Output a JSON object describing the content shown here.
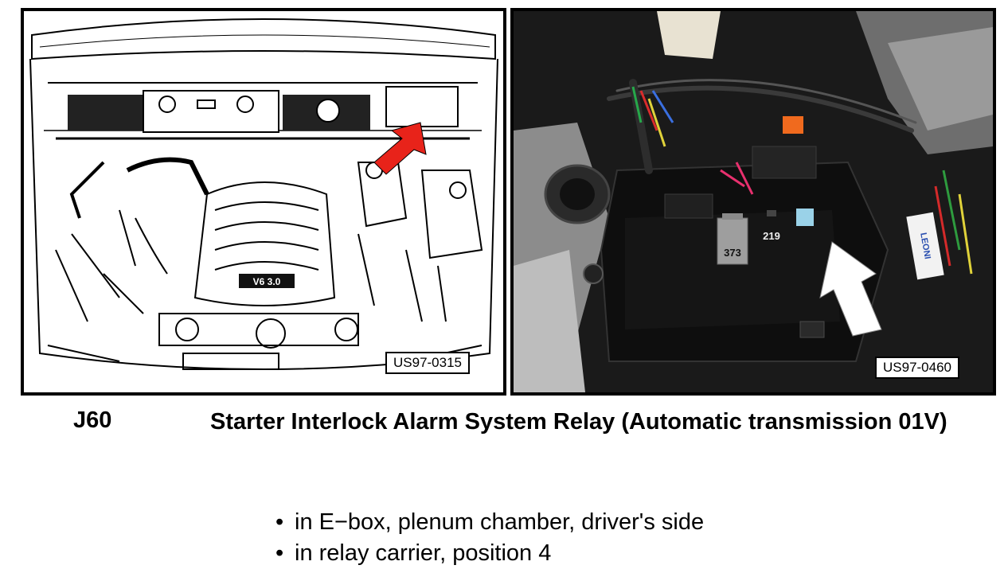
{
  "figures": {
    "left": {
      "code": "US97-0315",
      "engine_label": "V6 3.0",
      "arrow_color": "#e8231a"
    },
    "right": {
      "code": "US97-0460",
      "relay_373": "373",
      "relay_219": "219",
      "harness_tag": "LEONI",
      "arrow_color": "#ffffff"
    }
  },
  "component": {
    "code": "J60",
    "description": "Starter Interlock Alarm System Relay (Automatic transmission 01V)"
  },
  "locations": [
    "in E−box, plenum chamber, driver's side",
    "in relay carrier, position 4"
  ],
  "bullet_symbol": "•"
}
